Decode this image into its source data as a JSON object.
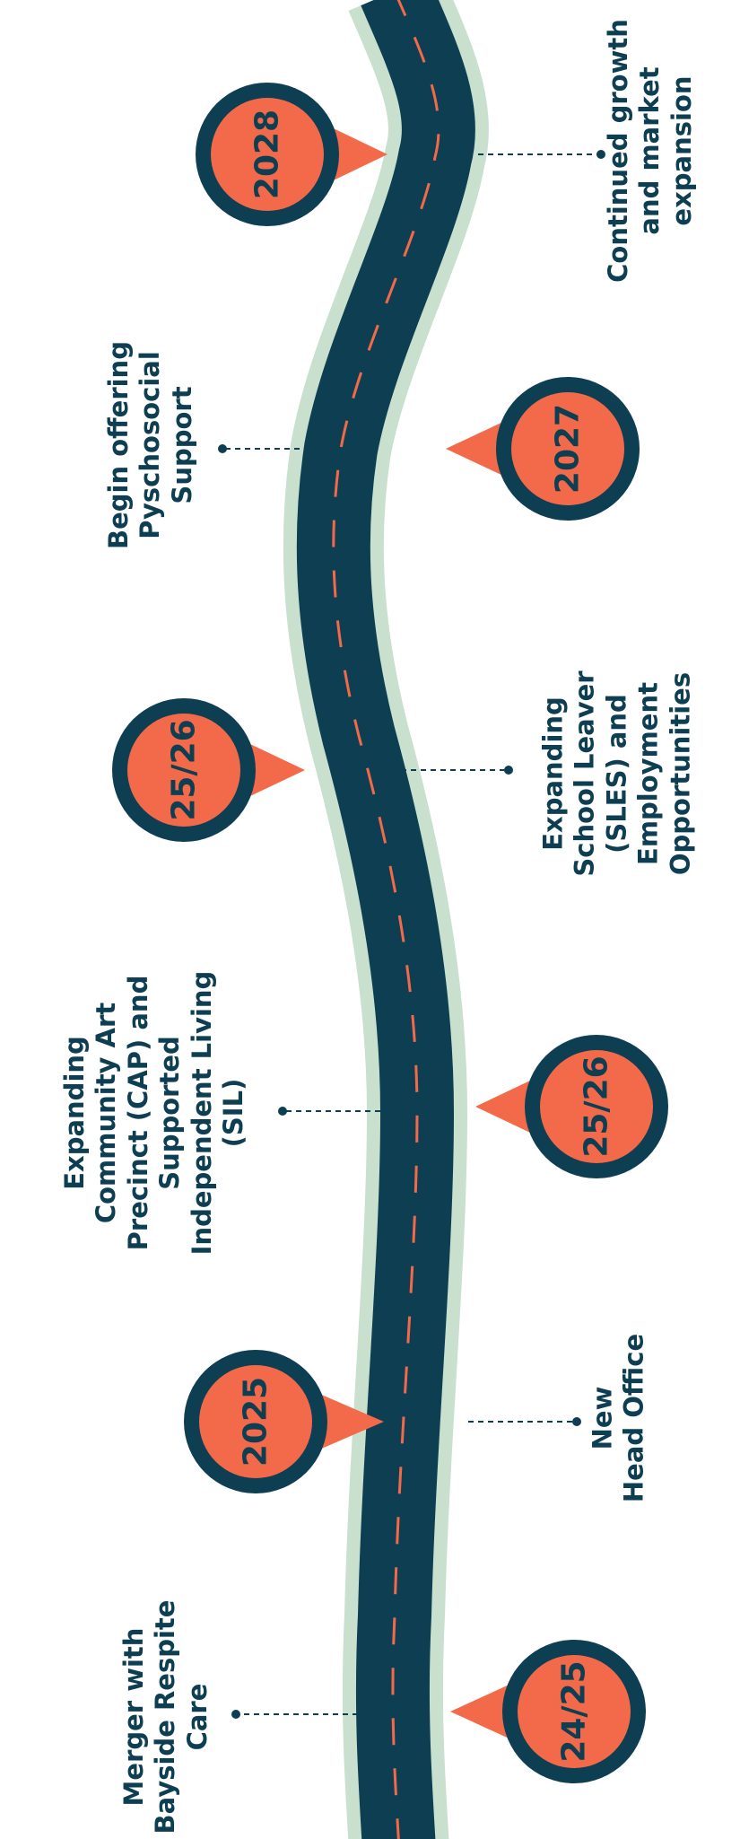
{
  "colors": {
    "background": "#ffffff",
    "road": "#0e3e52",
    "road_edge": "#c8e0cd",
    "dash": "#f26a49",
    "pin_fill": "#f26a49",
    "pin_ring": "#0e3e52",
    "text": "#0e3e52"
  },
  "milestones": [
    {
      "year": "2028",
      "text_lines": [
        "Continued growth",
        "and market",
        "expansion"
      ]
    },
    {
      "year": "2027",
      "text_lines": [
        "Begin offering",
        "Pyschosocial",
        "Support"
      ]
    },
    {
      "year": "25/26",
      "text_lines": [
        "Expanding",
        "School Leaver",
        "(SLES) and",
        "Employment",
        "Opportunities"
      ]
    },
    {
      "year": "25/26",
      "text_lines": [
        "Expanding",
        "Community Art",
        "Precinct (CAP) and",
        "Supported",
        "Independent Living",
        "(SIL)"
      ]
    },
    {
      "year": "2025",
      "text_lines": [
        "New",
        "Head Office"
      ]
    },
    {
      "year": "24/25",
      "text_lines": [
        "Merger with",
        "Bayside Respite",
        "Care"
      ]
    }
  ]
}
